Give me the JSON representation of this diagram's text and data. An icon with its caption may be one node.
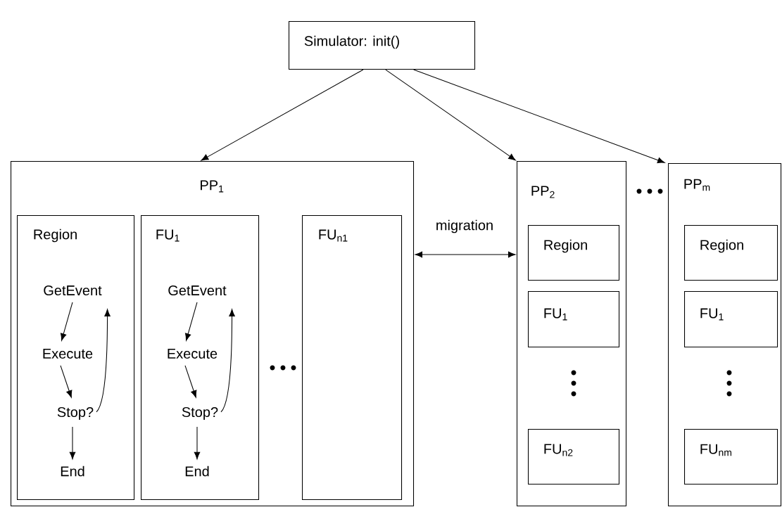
{
  "diagram": {
    "nodes": [
      {
        "text": [
          "Simulator: init()"
        ]
      },
      {
        "text": [
          "PP$_{1}$"
        ]
      },
      {
        "text": [
          "Region"
        ],
        "in": 1
      },
      {
        "text": [
          "GetEvent"
        ],
        "in": 2
      },
      {
        "text": [
          "Execute"
        ],
        "in": 2
      },
      {
        "text": [
          "Stop?"
        ],
        "in": 2
      },
      {
        "text": [
          "End"
        ],
        "in": 2
      },
      {
        "text": [
          "FU$_{1}$"
        ],
        "in": 1
      },
      {
        "text": [
          "GetEvent"
        ],
        "in": 7
      },
      {
        "text": [
          "Execute"
        ],
        "in": 7
      },
      {
        "text": [
          "Stop?"
        ],
        "in": 7
      },
      {
        "text": [
          "End"
        ],
        "in": 7
      },
      {
        "text": [
          "FU$_{n1}$"
        ],
        "in": 1
      },
      {
        "text": [
          "PP$_{2}$"
        ]
      },
      {
        "text": [
          "Region"
        ],
        "in": 13
      },
      {
        "text": [
          "FU$_{1}$"
        ],
        "in": 13
      },
      {
        "text": [
          "FU$_{n2}$"
        ],
        "in": 13
      },
      {
        "text": [
          "PP$_{m}$"
        ]
      },
      {
        "text": [
          "Region"
        ],
        "in": 17
      },
      {
        "text": [
          "FU$_{1}$"
        ],
        "in": 17
      },
      {
        "text": [
          "FU$_{nm}$"
        ],
        "in": 17
      }
    ],
    "edges": [
      {
        "from": 0,
        "to": 1,
        "arrow": "to"
      },
      {
        "from": 0,
        "to": 13,
        "arrow": "to"
      },
      {
        "from": 0,
        "to": 17,
        "arrow": "to"
      },
      {
        "from": 1,
        "to": 13,
        "arrow": "both",
        "label": "migration"
      },
      {
        "from": 3,
        "to": 4,
        "arrow": "to"
      },
      {
        "from": 4,
        "to": 5,
        "arrow": "to"
      },
      {
        "from": 5,
        "to": 3,
        "arrow": "to"
      },
      {
        "from": 5,
        "to": 6,
        "arrow": "to"
      },
      {
        "from": 8,
        "to": 9,
        "arrow": "to"
      },
      {
        "from": 9,
        "to": 10,
        "arrow": "to"
      },
      {
        "from": 10,
        "to": 8,
        "arrow": "to"
      },
      {
        "from": 10,
        "to": 11,
        "arrow": "to"
      }
    ]
  }
}
